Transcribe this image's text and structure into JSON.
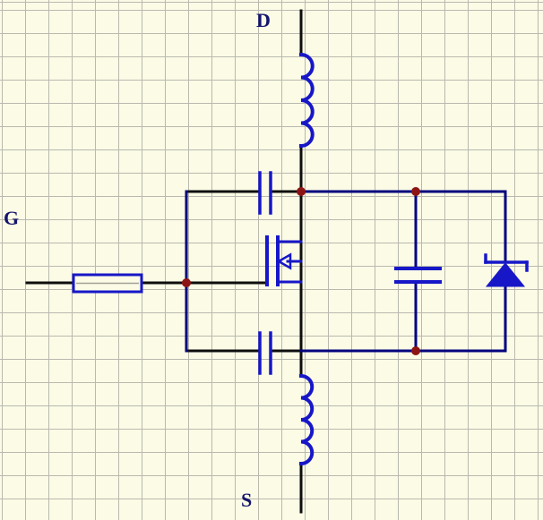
{
  "schematic": {
    "labels": {
      "drain": "D",
      "gate": "G",
      "source": "S"
    },
    "components": [
      "drain-inductor",
      "source-inductor",
      "gate-resistor",
      "gate-drain-capacitor",
      "gate-source-capacitor",
      "drain-source-capacitor",
      "zener-diode",
      "nmos-transistor"
    ],
    "colors": {
      "background": "#fbfbe6",
      "grid": "#b9b9af",
      "wire_black": "#0e0e0e",
      "wire_navy": "#00007d",
      "component_blue": "#1717c8",
      "junction_red": "#8d1414",
      "label_navy": "#14146e"
    }
  }
}
